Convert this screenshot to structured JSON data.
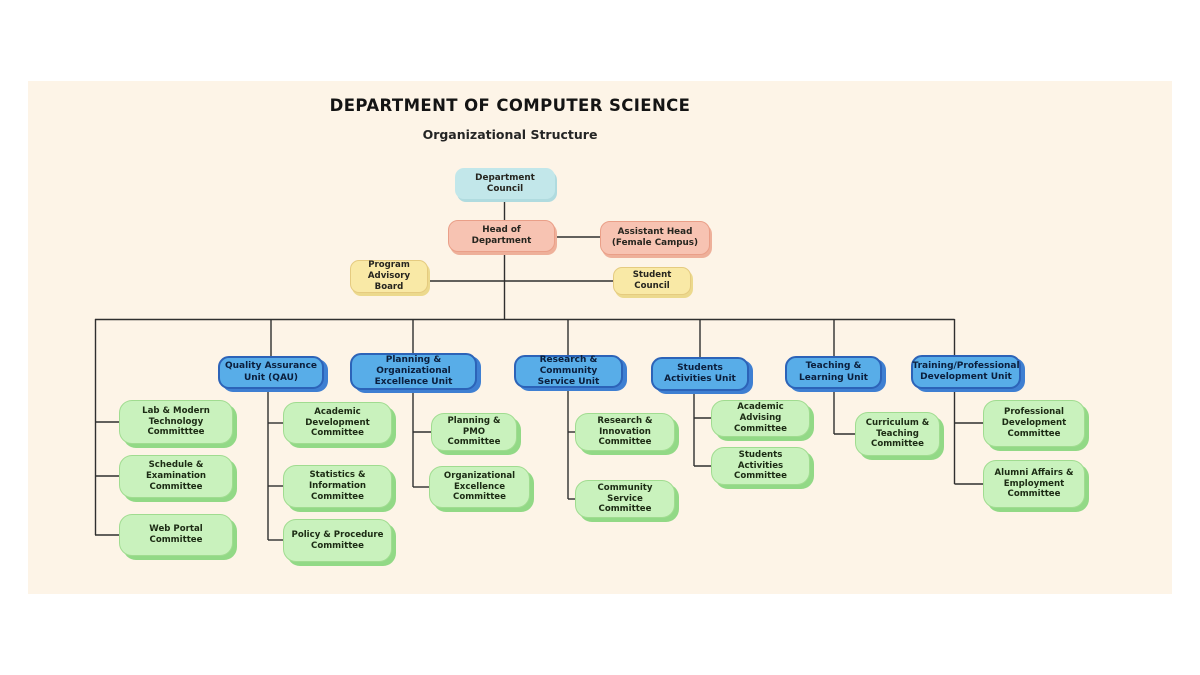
{
  "title": "DEPARTMENT OF COMPUTER SCIENCE",
  "subtitle": "Organizational Structure",
  "top_nodes": {
    "department_council": "Department Council",
    "head_of_department": "Head of Department",
    "assistant_head": "Assistant Head\n(Female Campus)",
    "program_advisory_board": "Program\nAdvisory Board",
    "student_council": "Student Council"
  },
  "units": [
    {
      "label": "Quality Assurance\nUnit (QAU)",
      "committees": [
        "Academic Development\nCommittee",
        "Statistics & Information\nCommittee",
        "Policy & Procedure\nCommittee"
      ]
    },
    {
      "label": "Planning & Organizational\nExcellence Unit",
      "committees": [
        "Planning & PMO\nCommittee",
        "Organizational\nExcellence Committee"
      ]
    },
    {
      "label": "Research & Community\nService Unit",
      "committees": [
        "Research & Innovation\nCommittee",
        "Community Service\nCommittee"
      ]
    },
    {
      "label": "Students\nActivities Unit",
      "committees": [
        "Academic Advising\nCommittee",
        "Students Activities\nCommittee"
      ]
    },
    {
      "label": "Teaching &\nLearning Unit",
      "committees": [
        "Curriculum &\nTeaching\nCommittee"
      ]
    },
    {
      "label": "Training/Professional\nDevelopment Unit",
      "committees": [
        "Professional\nDevelopment\nCommittee",
        "Alumni Affairs &\nEmployment\nCommittee"
      ]
    }
  ],
  "general_committees": [
    "Lab & Modern\nTechnology Committtee",
    "Schedule & Examination\nCommittee",
    "Web Portal Committee"
  ],
  "colors": {
    "panel_background": "#fdf4e7",
    "council_fill": "#c2e7ea",
    "executive_fill": "#f7c3b2",
    "advisory_fill": "#f9e9a6",
    "unit_fill": "#58ade8",
    "unit_border": "#2c63b8",
    "committee_fill": "#c9f2bd",
    "committee_shadow": "#92d986",
    "connector": "#2f2f2f"
  }
}
